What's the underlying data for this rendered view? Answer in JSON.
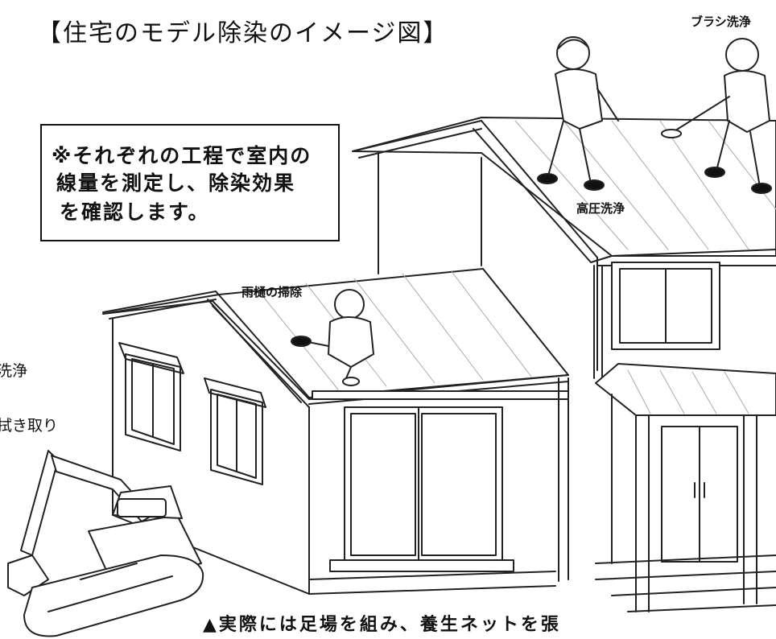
{
  "title": "【住宅のモデル除染のイメージ図】",
  "note": {
    "line1": "※それぞれの工程で室内の",
    "line2": "線量を測定し、除染効果",
    "line3": "を確認します。"
  },
  "labels": {
    "brush_wash": "ブラシ洗浄",
    "high_pressure_wash": "高圧洗浄",
    "gutter_cleaning": "雨樋の掃除",
    "left_wash": "洗浄",
    "left_wipe": "拭き取り"
  },
  "caption": "▲実際には足場を組み、養生ネットを張"
}
